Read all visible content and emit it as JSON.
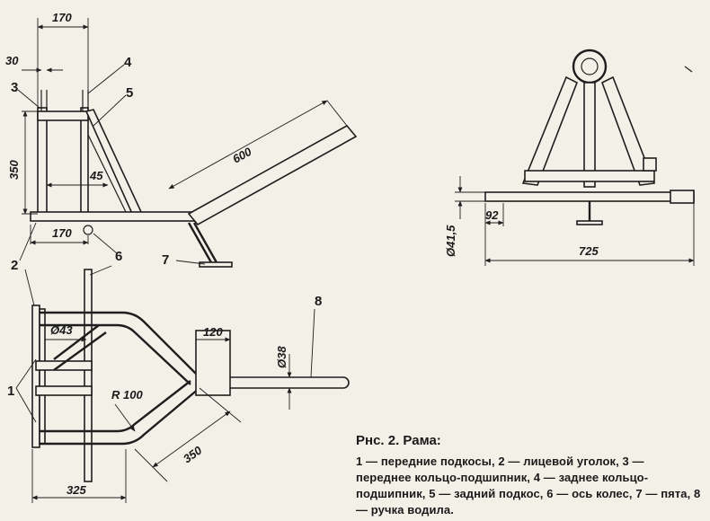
{
  "figure": {
    "caption_title": "Рнс. 2. Рама:",
    "caption_legend": "1 — передние подкосы, 2 — лицевой уголок, 3 — переднее кольцо-подшипник, 4 — заднее кольцо-подшипник, 5 — задний подкос, 6 — ось колес, 7 — пята, 8 — ручка водила."
  },
  "dimensions": {
    "side_top_width": "170",
    "side_ring_offset": "30",
    "side_height": "350",
    "brace_angle": "45",
    "handle_length": "600",
    "side_bottom_width": "170",
    "plan_pipe_diameter": "Ø43",
    "plan_bracket": "120",
    "plan_handle_diameter": "Ø38",
    "plan_radius": "R 100",
    "plan_length": "350",
    "plan_width": "325",
    "front_height": "Ø41,5",
    "front_offset": "92",
    "front_width": "725"
  },
  "callouts": {
    "c1": "1",
    "c2": "2",
    "c3": "3",
    "c4": "4",
    "c5": "5",
    "c6": "6",
    "c7": "7",
    "c8": "8"
  }
}
